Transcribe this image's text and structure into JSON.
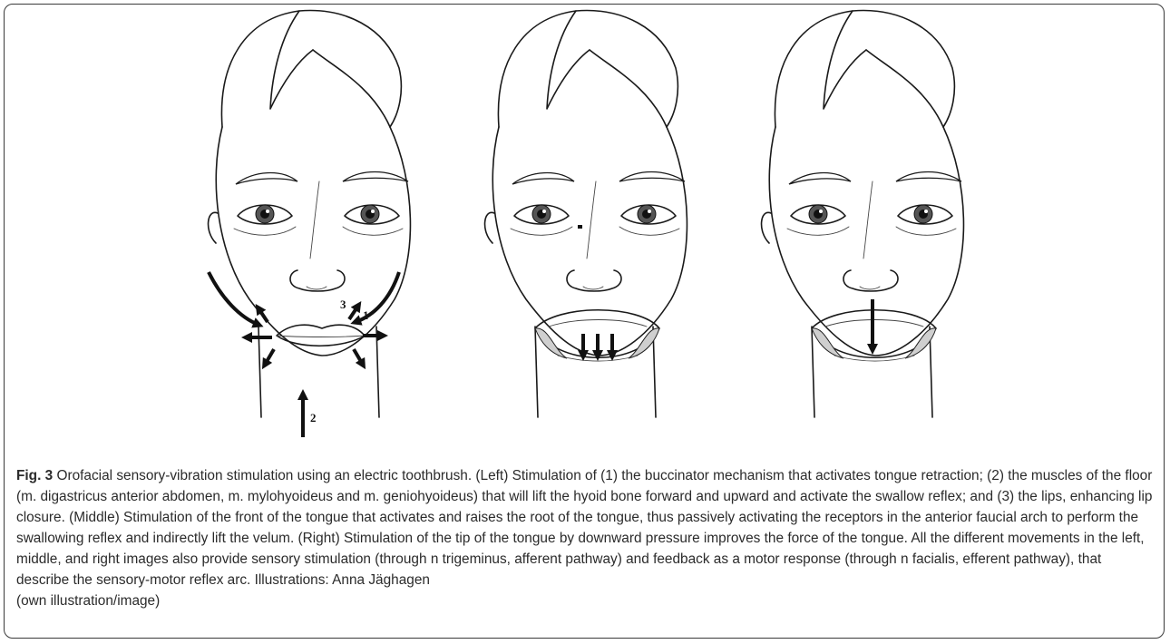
{
  "figure": {
    "panels": [
      {
        "name": "Left",
        "labels": [
          "1",
          "2",
          "3"
        ]
      },
      {
        "name": "Middle",
        "labels": []
      },
      {
        "name": "Right",
        "labels": []
      }
    ]
  },
  "caption": {
    "label": "Fig. 3",
    "text": " Orofacial sensory-vibration stimulation using an electric toothbrush. (Left) Stimulation of (1) the buccinator mechanism that activates tongue retraction; (2) the muscles of the floor (m. digastricus anterior abdomen, m. mylohyoideus and m. geniohyoideus) that will lift the hyoid bone forward and upward and activate the swallow reflex; and (3) the lips, enhancing lip closure. (Middle) Stimulation of the front of the tongue that activates and raises the root of the tongue, thus passively activating the receptors in the anterior faucial arch to perform the swallowing reflex and indirectly lift the velum. (Right) Stimulation of the tip of the tongue by downward pressure improves the force of the tongue. All the different movements in the left, middle, and right images also provide sensory stimulation (through n trigeminus, afferent pathway) and feedback as a motor response (through n facialis, efferent pathway), that describe the sensory-motor reflex arc. Illustrations: Anna Jäghagen",
    "credit": "(own illustration/image)"
  }
}
